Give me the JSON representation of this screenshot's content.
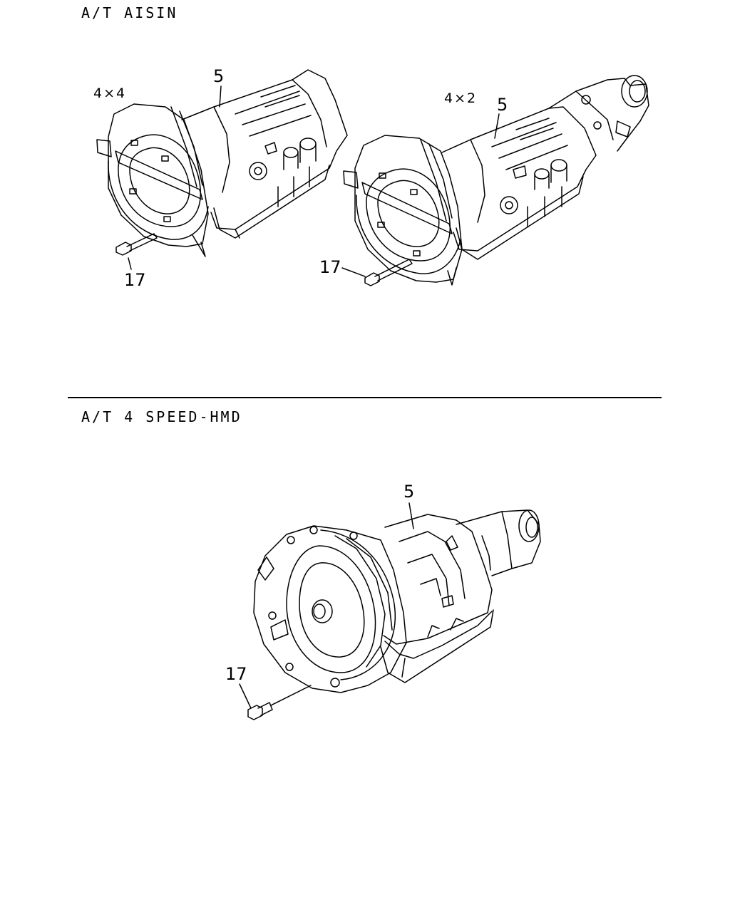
{
  "sections": [
    {
      "title": "A/T AISIN",
      "assemblies": [
        {
          "variant": "4×4",
          "part_label": "5",
          "bolt_label": "17"
        },
        {
          "variant": "4×2",
          "part_label": "5",
          "bolt_label": "17"
        }
      ]
    },
    {
      "title": "A/T 4 SPEED-HMD",
      "assemblies": [
        {
          "part_label": "5",
          "bolt_label": "17"
        }
      ]
    }
  ]
}
